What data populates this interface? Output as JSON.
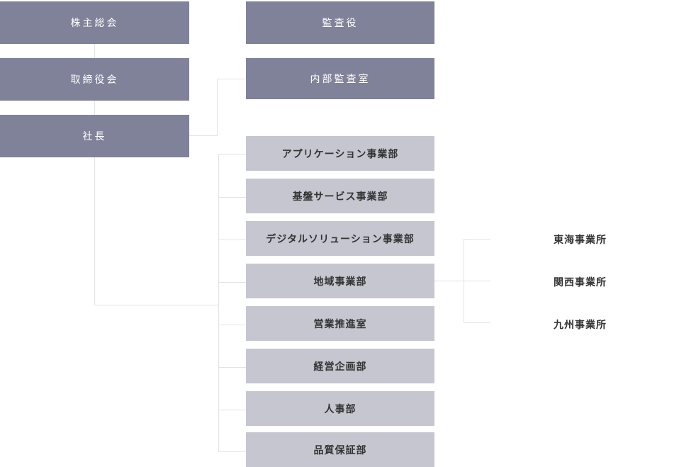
{
  "org": {
    "shareholders": "株主総会",
    "board": "取締役会",
    "president": "社長",
    "auditor": "監査役",
    "internal_audit": "内部監査室",
    "departments": [
      "アプリケーション事業部",
      "基盤サービス事業部",
      "デジタルソリューション事業部",
      "地域事業部",
      "営業推進室",
      "経営企画部",
      "人事部",
      "品質保証部"
    ],
    "regional_offices": [
      "東海事業所",
      "関西事業所",
      "九州事業所"
    ]
  },
  "colors": {
    "executive_box": "#7f8298",
    "department_box": "#c5c6d0",
    "connector": "#e2e3e8",
    "text_dark": "#333333",
    "text_light": "#ffffff"
  }
}
